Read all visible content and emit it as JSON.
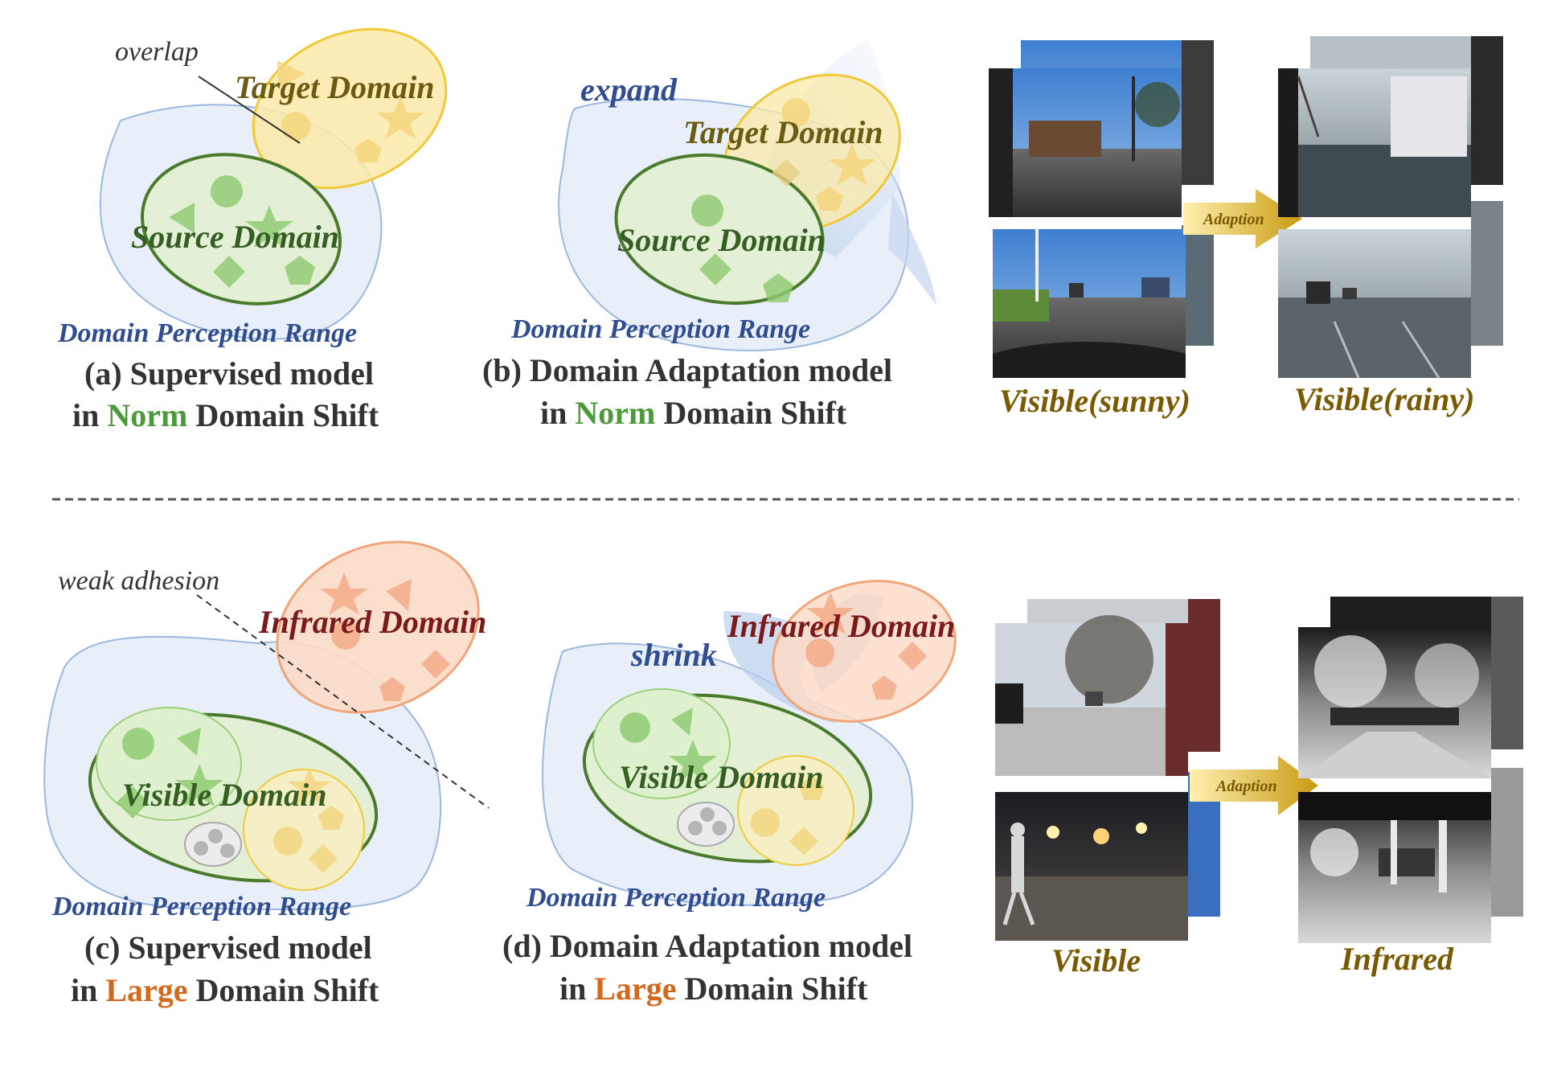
{
  "colors": {
    "norm_green": "#4c9a3a",
    "large_orange": "#d2691e",
    "range_blue": "#2f4d8f",
    "target_brown": "#6b5a12",
    "infrared_red": "#7a1a1a",
    "photo_label_gold": "#7a5a00",
    "range_fill": "#e9eff9",
    "range_stroke": "#9ab8e0",
    "source_stroke": "#4a7a2c",
    "target_fill": "#fbe9a8",
    "target_stroke": "#f0c93d",
    "infrared_fill": "#fbdcc8",
    "infrared_stroke": "#f0a67a"
  },
  "panel_a": {
    "annotation": "overlap",
    "target": "Target Domain",
    "source": "Source Domain",
    "range": "Domain Perception Range",
    "caption_line1": "(a) Supervised model",
    "caption_line2_pre": "in ",
    "caption_line2_key": "Norm",
    "caption_line2_post": " Domain Shift"
  },
  "panel_b": {
    "annotation": "expand",
    "target": "Target Domain",
    "source": "Source Domain",
    "range": "Domain Perception Range",
    "caption_line1": "(b) Domain Adaptation model",
    "caption_line2_pre": "in ",
    "caption_line2_key": "Norm",
    "caption_line2_post": " Domain Shift"
  },
  "panel_c": {
    "annotation": "weak adhesion",
    "infrared": "Infrared Domain",
    "visible": "Visible Domain",
    "range": "Domain Perception Range",
    "caption_line1": "(c) Supervised model",
    "caption_line2_pre": "in ",
    "caption_line2_key": "Large",
    "caption_line2_post": " Domain Shift"
  },
  "panel_d": {
    "annotation": "shrink",
    "infrared": "Infrared Domain",
    "visible": "Visible Domain",
    "range": "Domain Perception Range",
    "caption_line1": "(d) Domain Adaptation model",
    "caption_line2_pre": "in ",
    "caption_line2_key": "Large",
    "caption_line2_post": " Domain Shift"
  },
  "photos_top": {
    "arrow_label": "Adaption",
    "left_label": "Visible(sunny)",
    "right_label": "Visible(rainy)"
  },
  "photos_bottom": {
    "arrow_label": "Adaption",
    "left_label": "Visible",
    "right_label": "Infrared"
  }
}
